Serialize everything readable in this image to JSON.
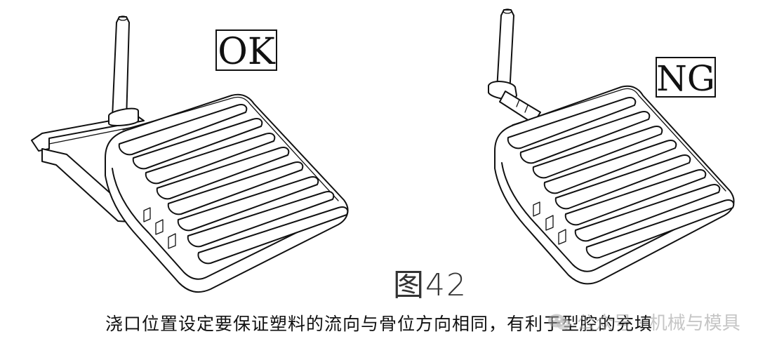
{
  "labels": {
    "ok": "OK",
    "ng": "NG"
  },
  "figure_number": "图42",
  "caption": "浇口位置设定要保证塑料的流向与骨位方向相同，有利于型腔的充填",
  "watermark": {
    "text": "公众号 · 机械与模具",
    "icon": "wechat-icon"
  },
  "colors": {
    "line": "#111111",
    "background": "#ffffff",
    "watermark": "#9a9a9a"
  }
}
